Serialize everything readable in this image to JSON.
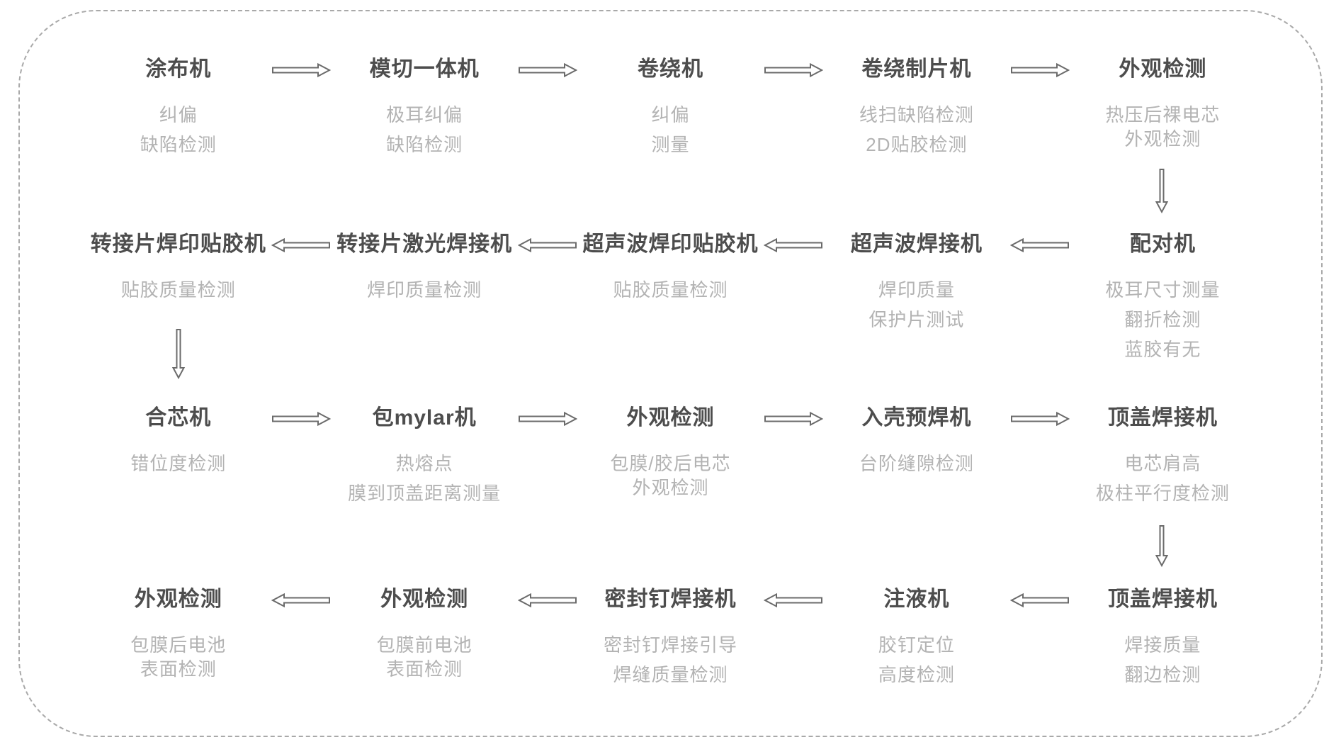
{
  "diagram": {
    "description": "battery-cell-production-inspection-flowchart",
    "colors": {
      "title": "#4d4d4d",
      "check": "#b3b3b3",
      "arrow": "#6b6b6b",
      "frame": "#a9a9a9",
      "background": "#ffffff"
    },
    "rows": [
      {
        "direction": "right",
        "nodes": [
          {
            "title": "涂布机",
            "checks": [
              "纠偏",
              "缺陷检测"
            ]
          },
          {
            "title": "模切一体机",
            "checks": [
              "极耳纠偏",
              "缺陷检测"
            ]
          },
          {
            "title": "卷绕机",
            "checks": [
              "纠偏",
              "测量"
            ]
          },
          {
            "title": "卷绕制片机",
            "checks": [
              "线扫缺陷检测",
              "2D贴胶检测"
            ]
          },
          {
            "title": "外观检测",
            "checks": [
              "热压后裸电芯\n外观检测"
            ]
          }
        ]
      },
      {
        "direction": "left",
        "nodes": [
          {
            "title": "转接片焊印贴胶机",
            "checks": [
              "贴胶质量检测"
            ]
          },
          {
            "title": "转接片激光焊接机",
            "checks": [
              "焊印质量检测"
            ]
          },
          {
            "title": "超声波焊印贴胶机",
            "checks": [
              "贴胶质量检测"
            ]
          },
          {
            "title": "超声波焊接机",
            "checks": [
              "焊印质量",
              "保护片测试"
            ]
          },
          {
            "title": "配对机",
            "checks": [
              "极耳尺寸测量",
              "翻折检测",
              "蓝胶有无"
            ]
          }
        ]
      },
      {
        "direction": "right",
        "nodes": [
          {
            "title": "合芯机",
            "checks": [
              "错位度检测"
            ]
          },
          {
            "title": "包mylar机",
            "checks": [
              "热熔点",
              "膜到顶盖距离测量"
            ]
          },
          {
            "title": "外观检测",
            "checks": [
              "包膜/胶后电芯\n外观检测"
            ]
          },
          {
            "title": "入壳预焊机",
            "checks": [
              "台阶缝隙检测"
            ]
          },
          {
            "title": "顶盖焊接机",
            "checks": [
              "电芯肩高",
              "极柱平行度检测"
            ]
          }
        ]
      },
      {
        "direction": "left",
        "nodes": [
          {
            "title": "外观检测",
            "checks": [
              "包膜后电池\n表面检测"
            ]
          },
          {
            "title": "外观检测",
            "checks": [
              "包膜前电池\n表面检测"
            ]
          },
          {
            "title": "密封钉焊接机",
            "checks": [
              "密封钉焊接引导",
              "焊缝质量检测"
            ]
          },
          {
            "title": "注液机",
            "checks": [
              "胶钉定位",
              "高度检测"
            ]
          },
          {
            "title": "顶盖焊接机",
            "checks": [
              "焊接质量",
              "翻边检测"
            ]
          }
        ]
      }
    ],
    "connectors": [
      {
        "after_row": 1,
        "column": "last",
        "direction": "down"
      },
      {
        "after_row": 2,
        "column": "first",
        "direction": "down"
      },
      {
        "after_row": 3,
        "column": "last",
        "direction": "down"
      }
    ]
  }
}
